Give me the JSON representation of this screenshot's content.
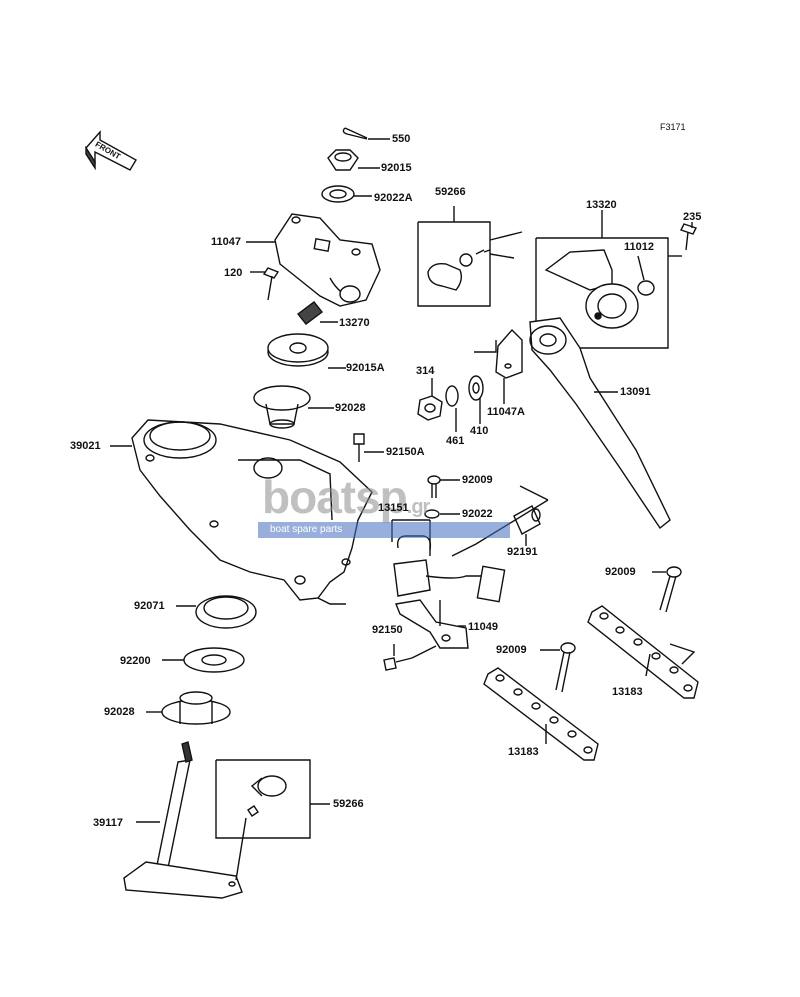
{
  "diagram": {
    "code": "F3171",
    "front_label": "FRONT",
    "labels": {
      "l550": "550",
      "l92015": "92015",
      "l92022A": "92022A",
      "l11047": "11047",
      "l120": "120",
      "l13270": "13270",
      "l92015A": "92015A",
      "l92028a": "92028",
      "l39021": "39021",
      "l92150A": "92150A",
      "l92071": "92071",
      "l92200": "92200",
      "l92028b": "92028",
      "l39117": "39117",
      "l59266b": "59266",
      "l59266a": "59266",
      "l314": "314",
      "l461": "461",
      "l410": "410",
      "l11047A": "11047A",
      "l92009a": "92009",
      "l92022": "92022",
      "l13151": "13151",
      "l92191": "92191",
      "l92150": "92150",
      "l11049": "11049",
      "l13320": "13320",
      "l11012": "11012",
      "l235": "235",
      "l13091": "13091",
      "l92009b": "92009",
      "l92009c": "92009",
      "l13183a": "13183",
      "l13183b": "13183"
    }
  },
  "watermark": {
    "brand": "boatsp",
    "suffix": ".gr",
    "tagline": "boat spare parts"
  }
}
